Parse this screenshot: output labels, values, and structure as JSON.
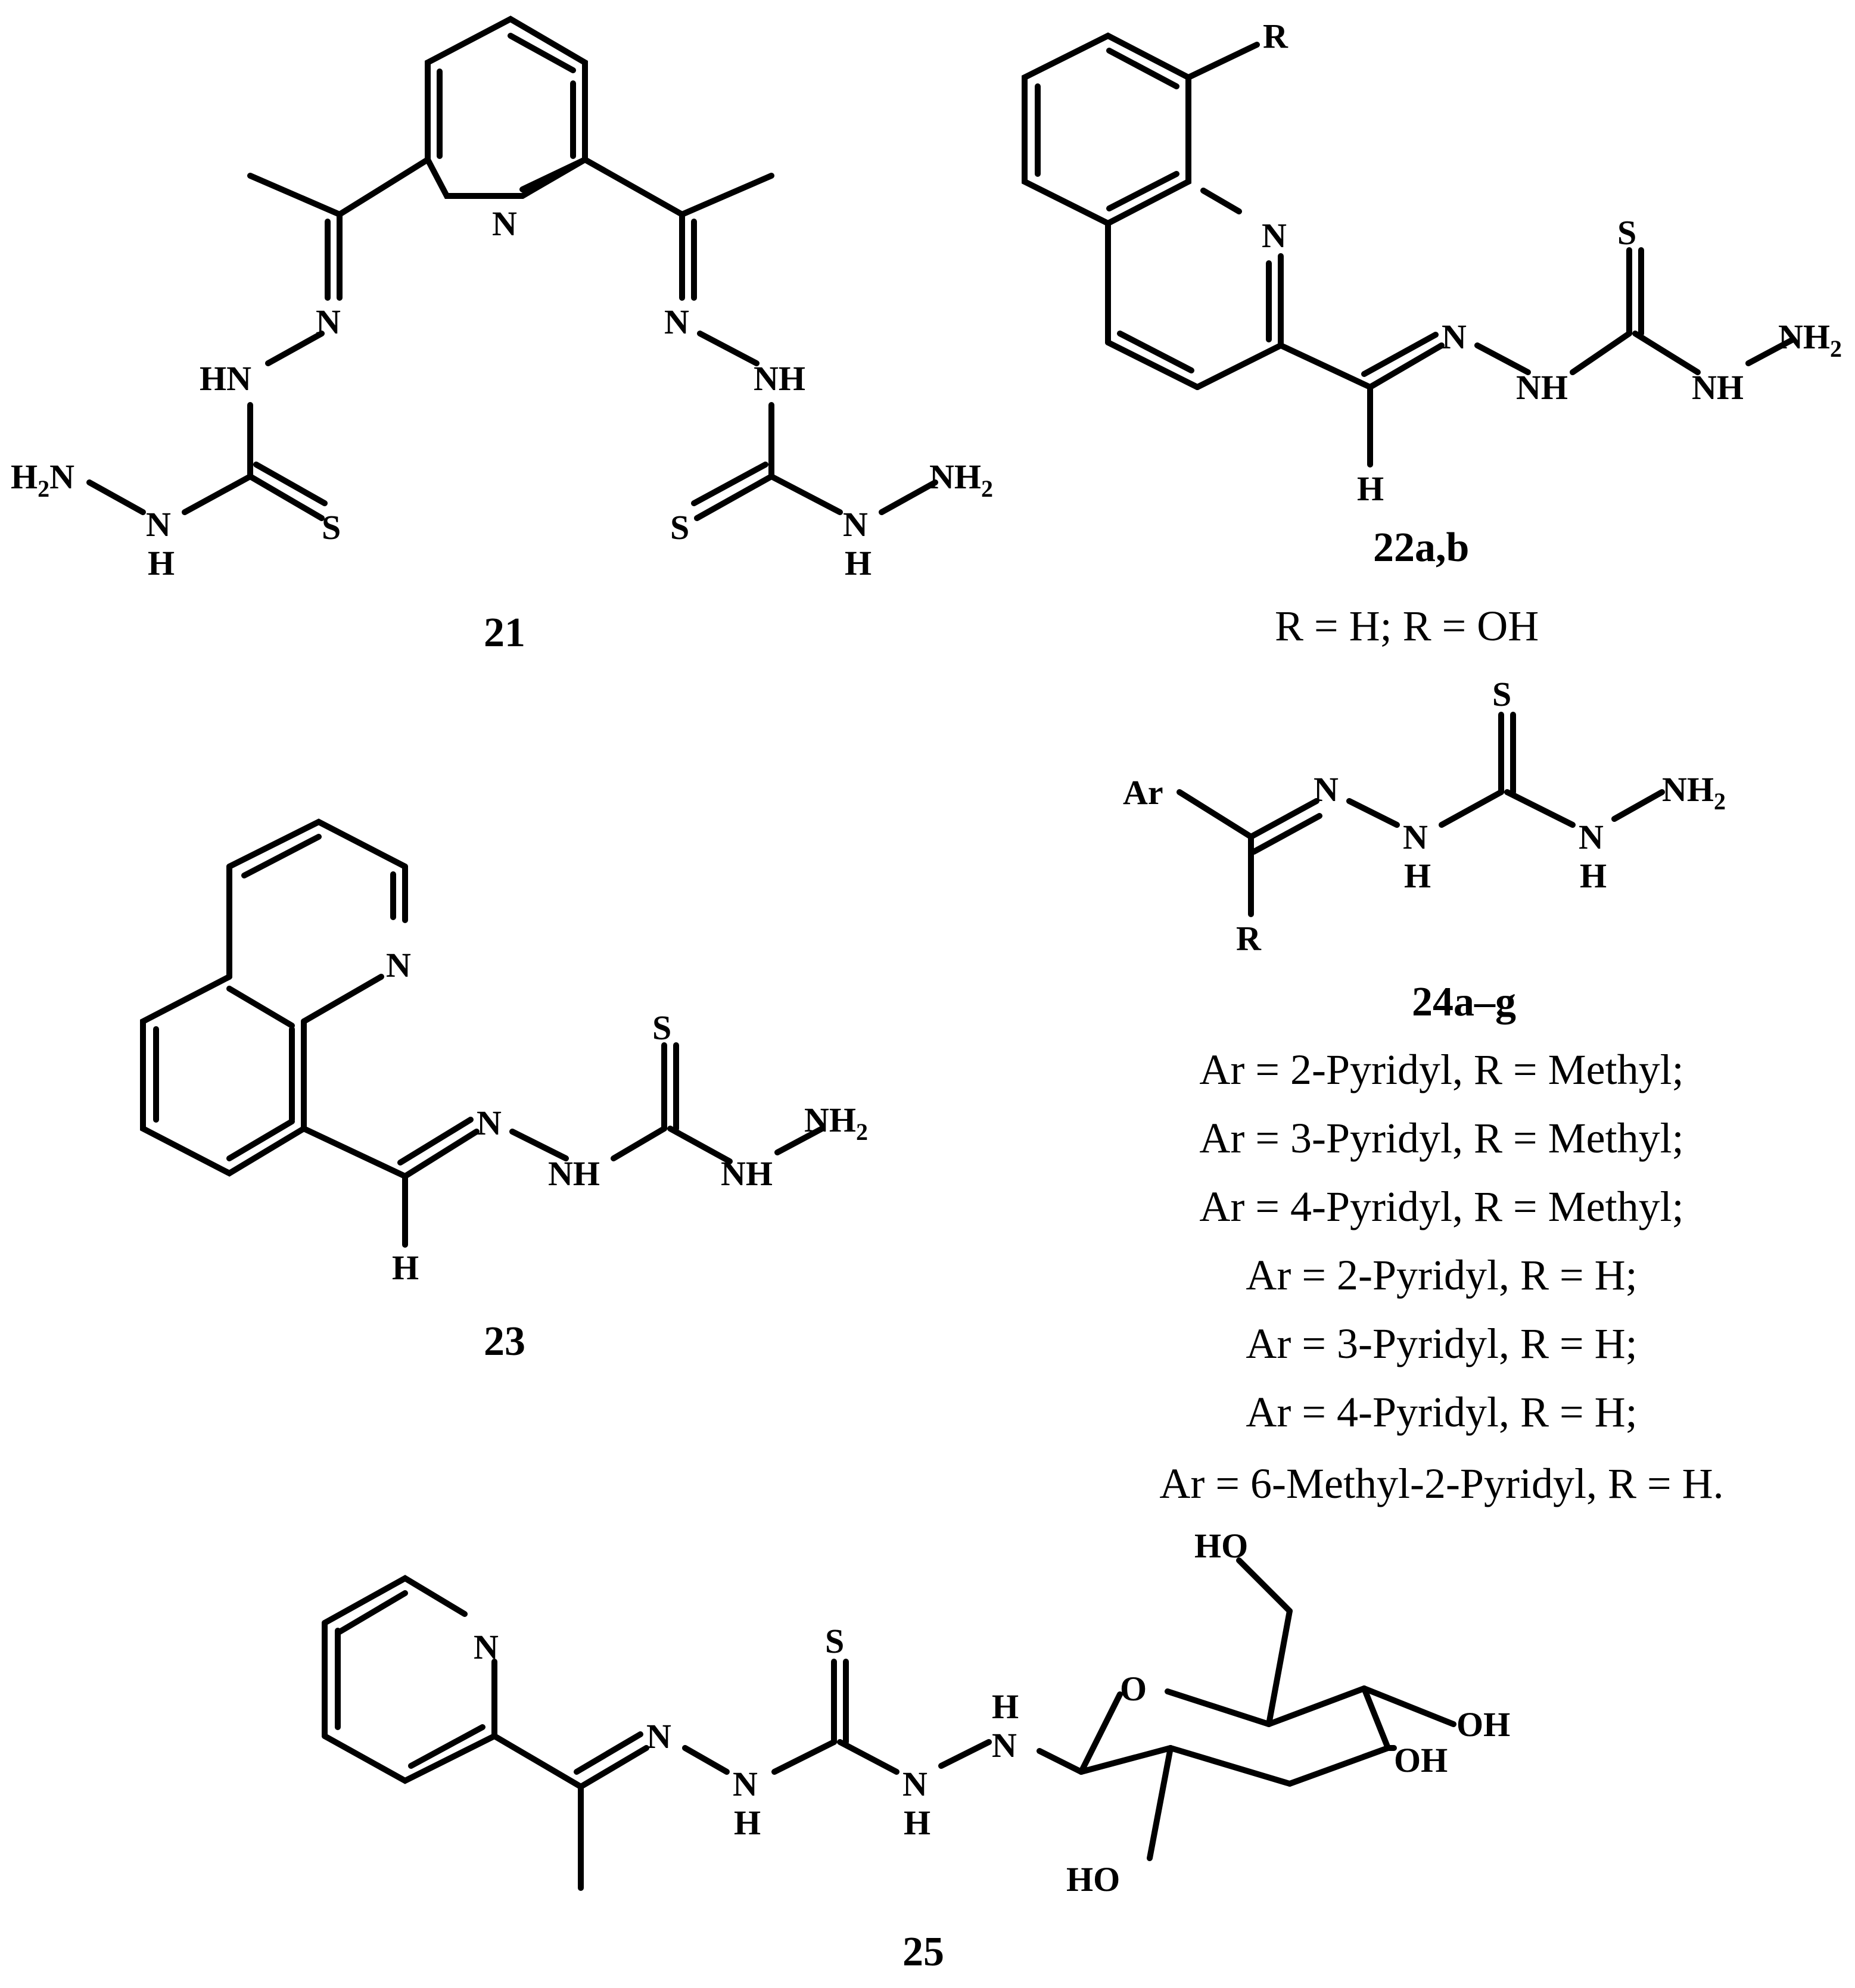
{
  "compounds": [
    {
      "id": "21",
      "label": "21",
      "caption": []
    },
    {
      "id": "22",
      "label": "22a,b",
      "caption": [
        "R = H; R = OH"
      ]
    },
    {
      "id": "23",
      "label": "23",
      "caption": []
    },
    {
      "id": "24",
      "label": "24a–g",
      "caption": [
        "Ar = 2-Pyridyl, R = Methyl;",
        "Ar = 3-Pyridyl, R = Methyl;",
        "Ar = 4-Pyridyl, R = Methyl;",
        "Ar = 2-Pyridyl, R = H;",
        "Ar = 3-Pyridyl, R = H;",
        "Ar = 4-Pyridyl, R = H;",
        "Ar = 6-Methyl-2-Pyridyl, R = H."
      ]
    },
    {
      "id": "25",
      "label": "25",
      "caption": []
    }
  ],
  "atoms": {
    "N": "N",
    "H": "H",
    "HN": "HN",
    "NH": "NH",
    "S": "S",
    "R": "R",
    "Ar": "Ar",
    "NH2_main": "NH",
    "H2_main": "H",
    "sub2": "2",
    "O": "O",
    "OH": "OH",
    "HO": "HO"
  }
}
